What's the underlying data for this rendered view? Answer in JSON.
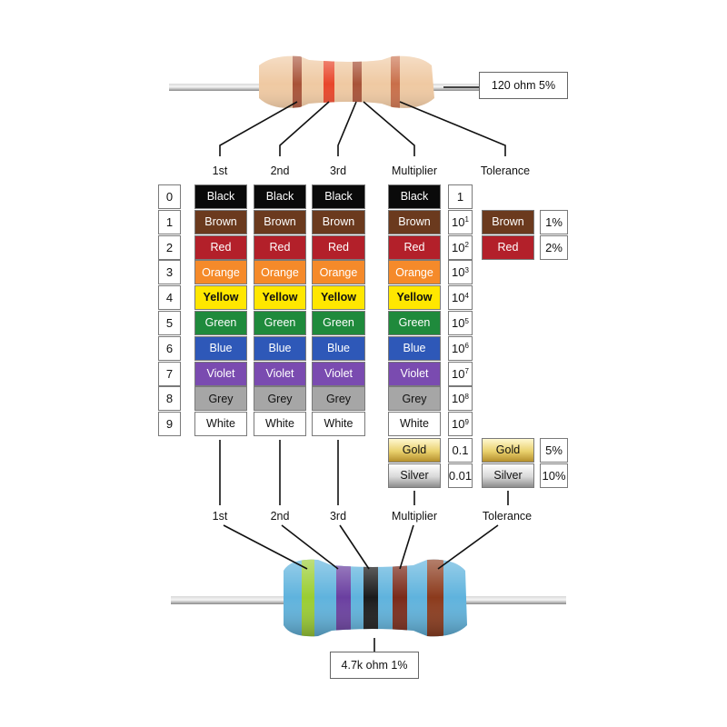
{
  "top_resistor": {
    "value_label": "120 ohm 5%",
    "body_color": "#efc9a2",
    "band_colors": [
      "#a85338",
      "#e8472b",
      "#a85338",
      "#c96f4a"
    ]
  },
  "bottom_resistor": {
    "value_label": "4.7k ohm 1%",
    "body_color": "#5fb3dd",
    "band_colors": [
      "#9acd32",
      "#6a3fa0",
      "#1a1a1a",
      "#7a2a1a",
      "#8b3a1c"
    ]
  },
  "column_headers": {
    "top": [
      "1st",
      "2nd",
      "3rd",
      "Multiplier",
      "Tolerance"
    ],
    "bottom": [
      "1st",
      "2nd",
      "3rd",
      "Multiplier",
      "Tolerance"
    ]
  },
  "digits": [
    "0",
    "1",
    "2",
    "3",
    "4",
    "5",
    "6",
    "7",
    "8",
    "9"
  ],
  "colors": [
    {
      "name": "Black",
      "bg": "#0a0a0a",
      "fg": "#ffffff"
    },
    {
      "name": "Brown",
      "bg": "#6b3a1e",
      "fg": "#ffffff"
    },
    {
      "name": "Red",
      "bg": "#b3202a",
      "fg": "#ffffff"
    },
    {
      "name": "Orange",
      "bg": "#f58a2a",
      "fg": "#ffffff"
    },
    {
      "name": "Yellow",
      "bg": "#ffe700",
      "fg": "#111111"
    },
    {
      "name": "Green",
      "bg": "#1f8a3c",
      "fg": "#ffffff"
    },
    {
      "name": "Blue",
      "bg": "#2e58b8",
      "fg": "#ffffff"
    },
    {
      "name": "Violet",
      "bg": "#7a4bb0",
      "fg": "#ffffff"
    },
    {
      "name": "Grey",
      "bg": "#a6a6a6",
      "fg": "#111111"
    },
    {
      "name": "White",
      "bg": "#ffffff",
      "fg": "#111111"
    }
  ],
  "multiplier_powers": [
    {
      "base": "1",
      "exp": ""
    },
    {
      "base": "10",
      "exp": "1"
    },
    {
      "base": "10",
      "exp": "2"
    },
    {
      "base": "10",
      "exp": "3"
    },
    {
      "base": "10",
      "exp": "4"
    },
    {
      "base": "10",
      "exp": "5"
    },
    {
      "base": "10",
      "exp": "6"
    },
    {
      "base": "10",
      "exp": "7"
    },
    {
      "base": "10",
      "exp": "8"
    },
    {
      "base": "10",
      "exp": "9"
    }
  ],
  "metallic": [
    {
      "name": "Gold",
      "multiplier": "0.1",
      "tolerance": "5%",
      "bg_light": "#fbf3c0",
      "bg_dark": "#c9a640"
    },
    {
      "name": "Silver",
      "multiplier": "0.01",
      "tolerance": "10%",
      "bg_light": "#f4f4f4",
      "bg_dark": "#9a9a9a"
    }
  ],
  "tolerance_colors": [
    {
      "name": "Brown",
      "tolerance": "1%",
      "bg": "#6b3a1e",
      "fg": "#ffffff"
    },
    {
      "name": "Red",
      "tolerance": "2%",
      "bg": "#b3202a",
      "fg": "#ffffff"
    }
  ]
}
